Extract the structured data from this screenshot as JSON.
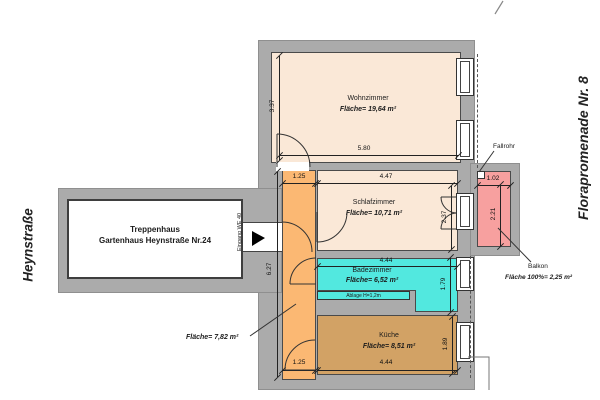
{
  "title_labels": {
    "street_left": "Heynstraße",
    "street_right": "Florapromenade Nr. 8"
  },
  "rooms": {
    "wohnzimmer": {
      "name": "Wohnzimmer",
      "area": "Fläche= 19,64 m²"
    },
    "schlafzimmer": {
      "name": "Schlafzimmer",
      "area": "Fläche= 10,71 m²"
    },
    "badezimmer": {
      "name": "Badezimmer",
      "area": "Fläche= 6,52 m²"
    },
    "kueche": {
      "name": "Küche",
      "area": "Fläche= 8,51 m²"
    },
    "flur": {
      "area": "Fläche= 7,82 m²"
    },
    "balkon": {
      "name": "Balkon",
      "area": "Fläche 100%= 2,25 m²"
    },
    "treppenhaus": {
      "line1": "Treppenhaus",
      "line2": "Gartenhaus Heynstraße Nr.24"
    },
    "ablage": {
      "label": "Ablage H=1,2m"
    }
  },
  "annotations": {
    "fallrohr": "Fallrohr",
    "eingang": "Eingang WE 40"
  },
  "dims": {
    "wz_height": "3.37",
    "wz_width": "5.80",
    "flur_top": "1.25",
    "sz_width": "4.47",
    "sz_height": "2.37",
    "balkon_width": "1.02",
    "balkon_height": "2.21",
    "flur_height": "6.27",
    "bad_width": "4.44",
    "bad_height": "1.79",
    "kueche_height": "1.89",
    "flur_bottom": "1.25",
    "kueche_width": "4.44"
  },
  "colors": {
    "wall_gray": "#ababab",
    "room_cream": "#fae8d7",
    "corridor_orange": "#fbb873",
    "bath_cyan": "#52e8df",
    "kitchen_tan": "#d2a265",
    "balcony_pink": "#f7a09f"
  }
}
